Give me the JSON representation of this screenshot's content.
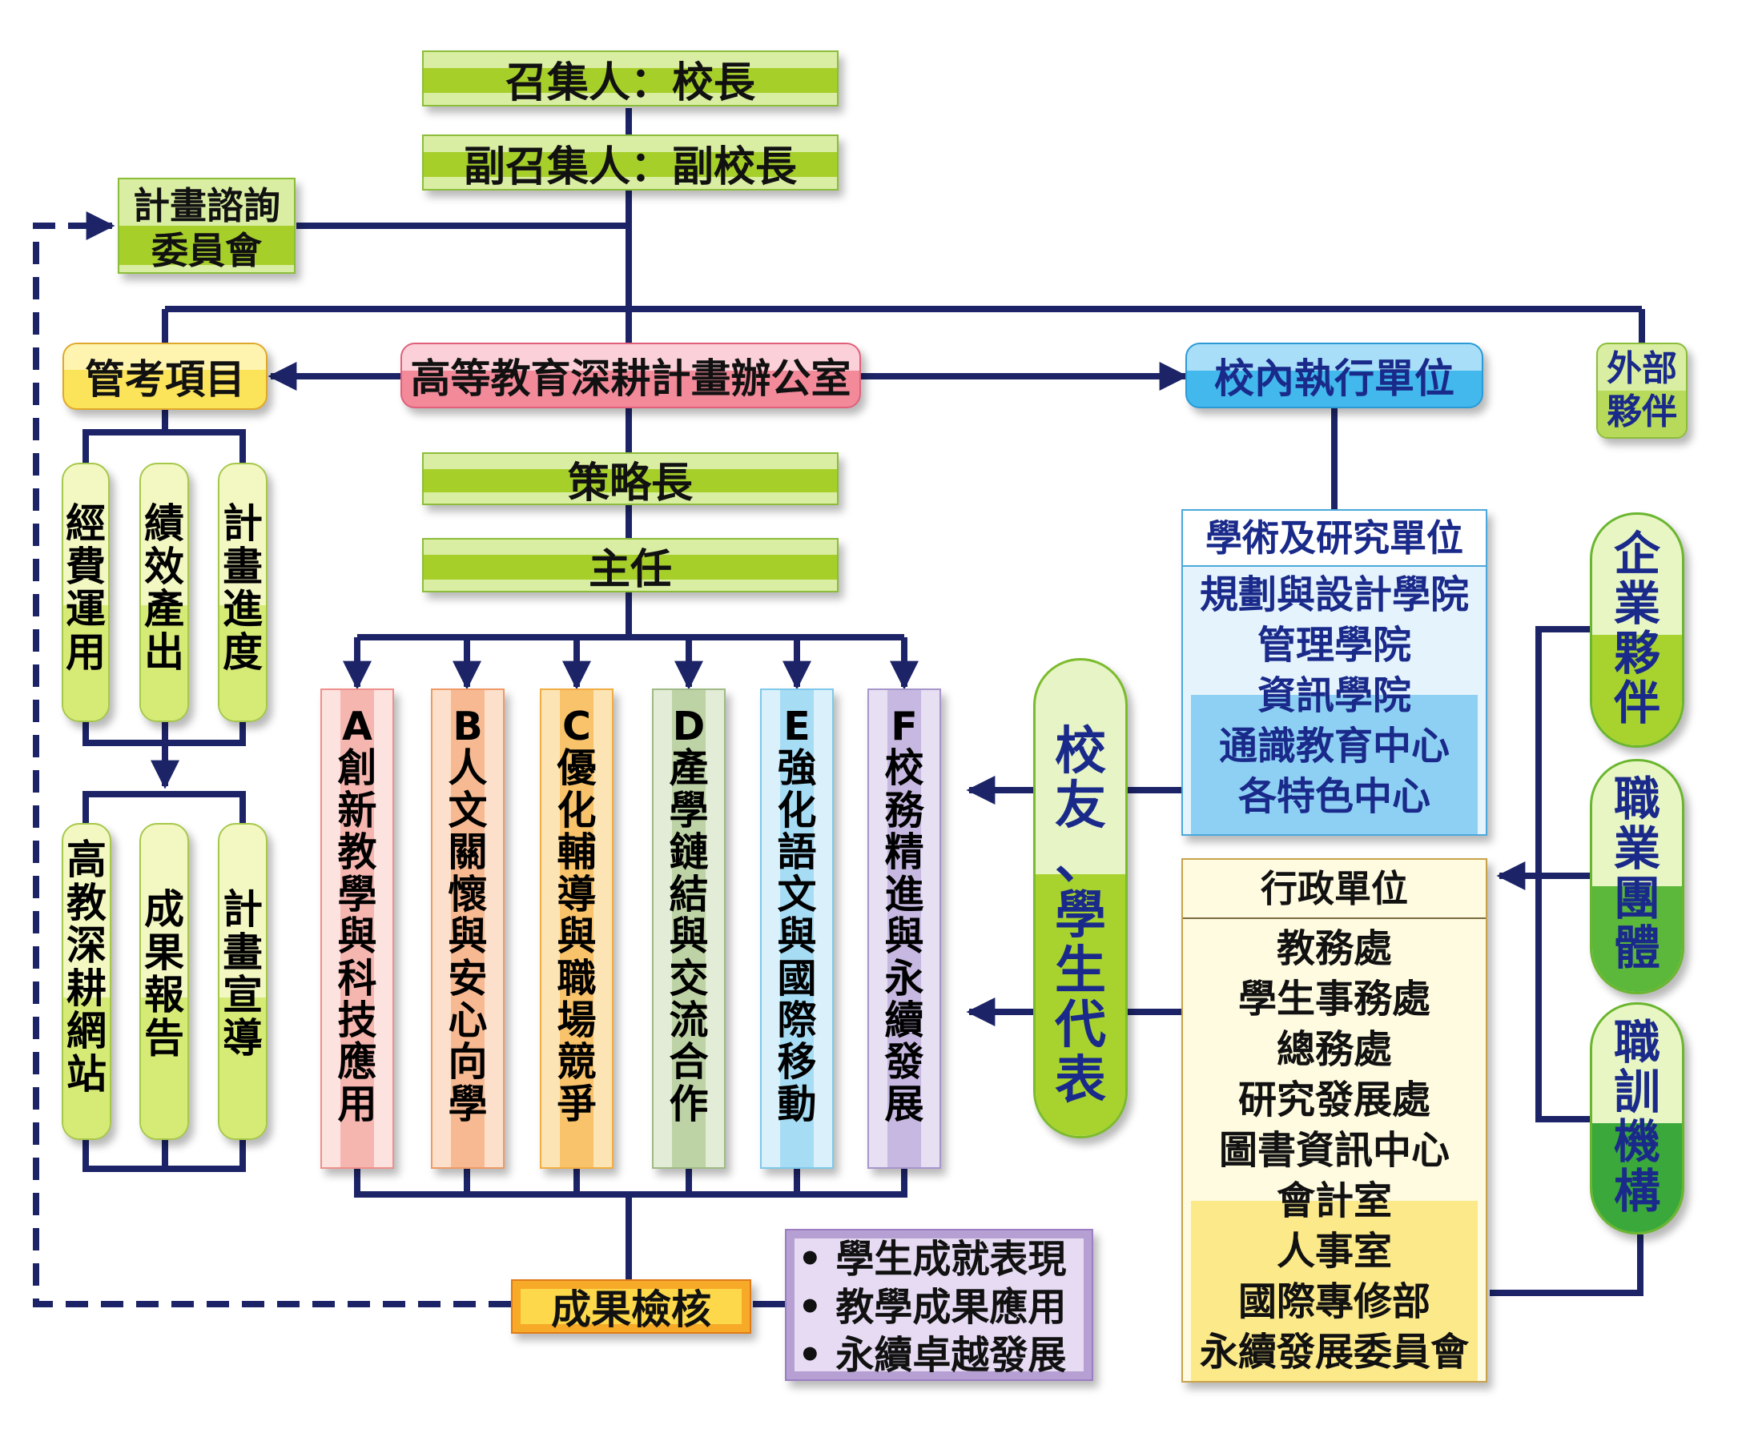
{
  "colors": {
    "line": "#1c2467",
    "green": "#a6cf2a",
    "pink": "#f28a9a",
    "blue": "#42b8ec",
    "orange": "#f4a22a",
    "purple": "#b69fd2",
    "yellow": "#fbe86a"
  },
  "top": {
    "convener": "召集人：校長",
    "deputy": "副召集人：副校長"
  },
  "advisory": {
    "line1": "計畫諮詢",
    "line2": "委員會"
  },
  "office": "高等教育深耕計畫辦公室",
  "management": "管考項目",
  "internal": "校內執行單位",
  "external": {
    "line1": "外部",
    "line2": "夥伴"
  },
  "strategy_chief": "策略長",
  "director": "主任",
  "manage_items": [
    {
      "chars": [
        "經",
        "費",
        "運",
        "用"
      ]
    },
    {
      "chars": [
        "績",
        "效",
        "產",
        "出"
      ]
    },
    {
      "chars": [
        "計",
        "畫",
        "進",
        "度"
      ]
    }
  ],
  "outputs": [
    {
      "chars": [
        "高",
        "教",
        "深",
        "耕",
        "網",
        "站"
      ]
    },
    {
      "chars": [
        "成",
        "果",
        "報",
        "告"
      ]
    },
    {
      "chars": [
        "計",
        "畫",
        "宣",
        "導"
      ]
    }
  ],
  "strategies": [
    {
      "letter": "A",
      "chars": [
        "創",
        "新",
        "教",
        "學",
        "與",
        "科",
        "技",
        "應",
        "用"
      ]
    },
    {
      "letter": "B",
      "chars": [
        "人",
        "文",
        "關",
        "懷",
        "與",
        "安",
        "心",
        "向",
        "學"
      ]
    },
    {
      "letter": "C",
      "chars": [
        "優",
        "化",
        "輔",
        "導",
        "與",
        "職",
        "場",
        "競",
        "爭"
      ]
    },
    {
      "letter": "D",
      "chars": [
        "產",
        "學",
        "鏈",
        "結",
        "與",
        "交",
        "流",
        "合",
        "作"
      ]
    },
    {
      "letter": "E",
      "chars": [
        "強",
        "化",
        "語",
        "文",
        "與",
        "國",
        "際",
        "移",
        "動"
      ]
    },
    {
      "letter": "F",
      "chars": [
        "校",
        "務",
        "精",
        "進",
        "與",
        "永",
        "續",
        "發",
        "展"
      ]
    }
  ],
  "alumni": {
    "chars": [
      "校",
      "友",
      "、",
      "學",
      "生",
      "代",
      "表"
    ]
  },
  "academic": {
    "title": "學術及研究單位",
    "items": [
      "規劃與設計學院",
      "管理學院",
      "資訊學院",
      "通識教育中心",
      "各特色中心"
    ]
  },
  "admin": {
    "title": "行政單位",
    "items": [
      "教務處",
      "學生事務處",
      "總務處",
      "研究發展處",
      "圖書資訊中心",
      "會計室",
      "人事室",
      "國際專修部",
      "永續發展委員會"
    ]
  },
  "partners": [
    {
      "chars": [
        "企",
        "業",
        "夥",
        "伴"
      ]
    },
    {
      "chars": [
        "職",
        "業",
        "團",
        "體"
      ]
    },
    {
      "chars": [
        "職",
        "訓",
        "機",
        "構"
      ]
    }
  ],
  "review": "成果檢核",
  "review_points": [
    "• 學生成就表現",
    "• 教學成果應用",
    "• 永續卓越發展"
  ]
}
